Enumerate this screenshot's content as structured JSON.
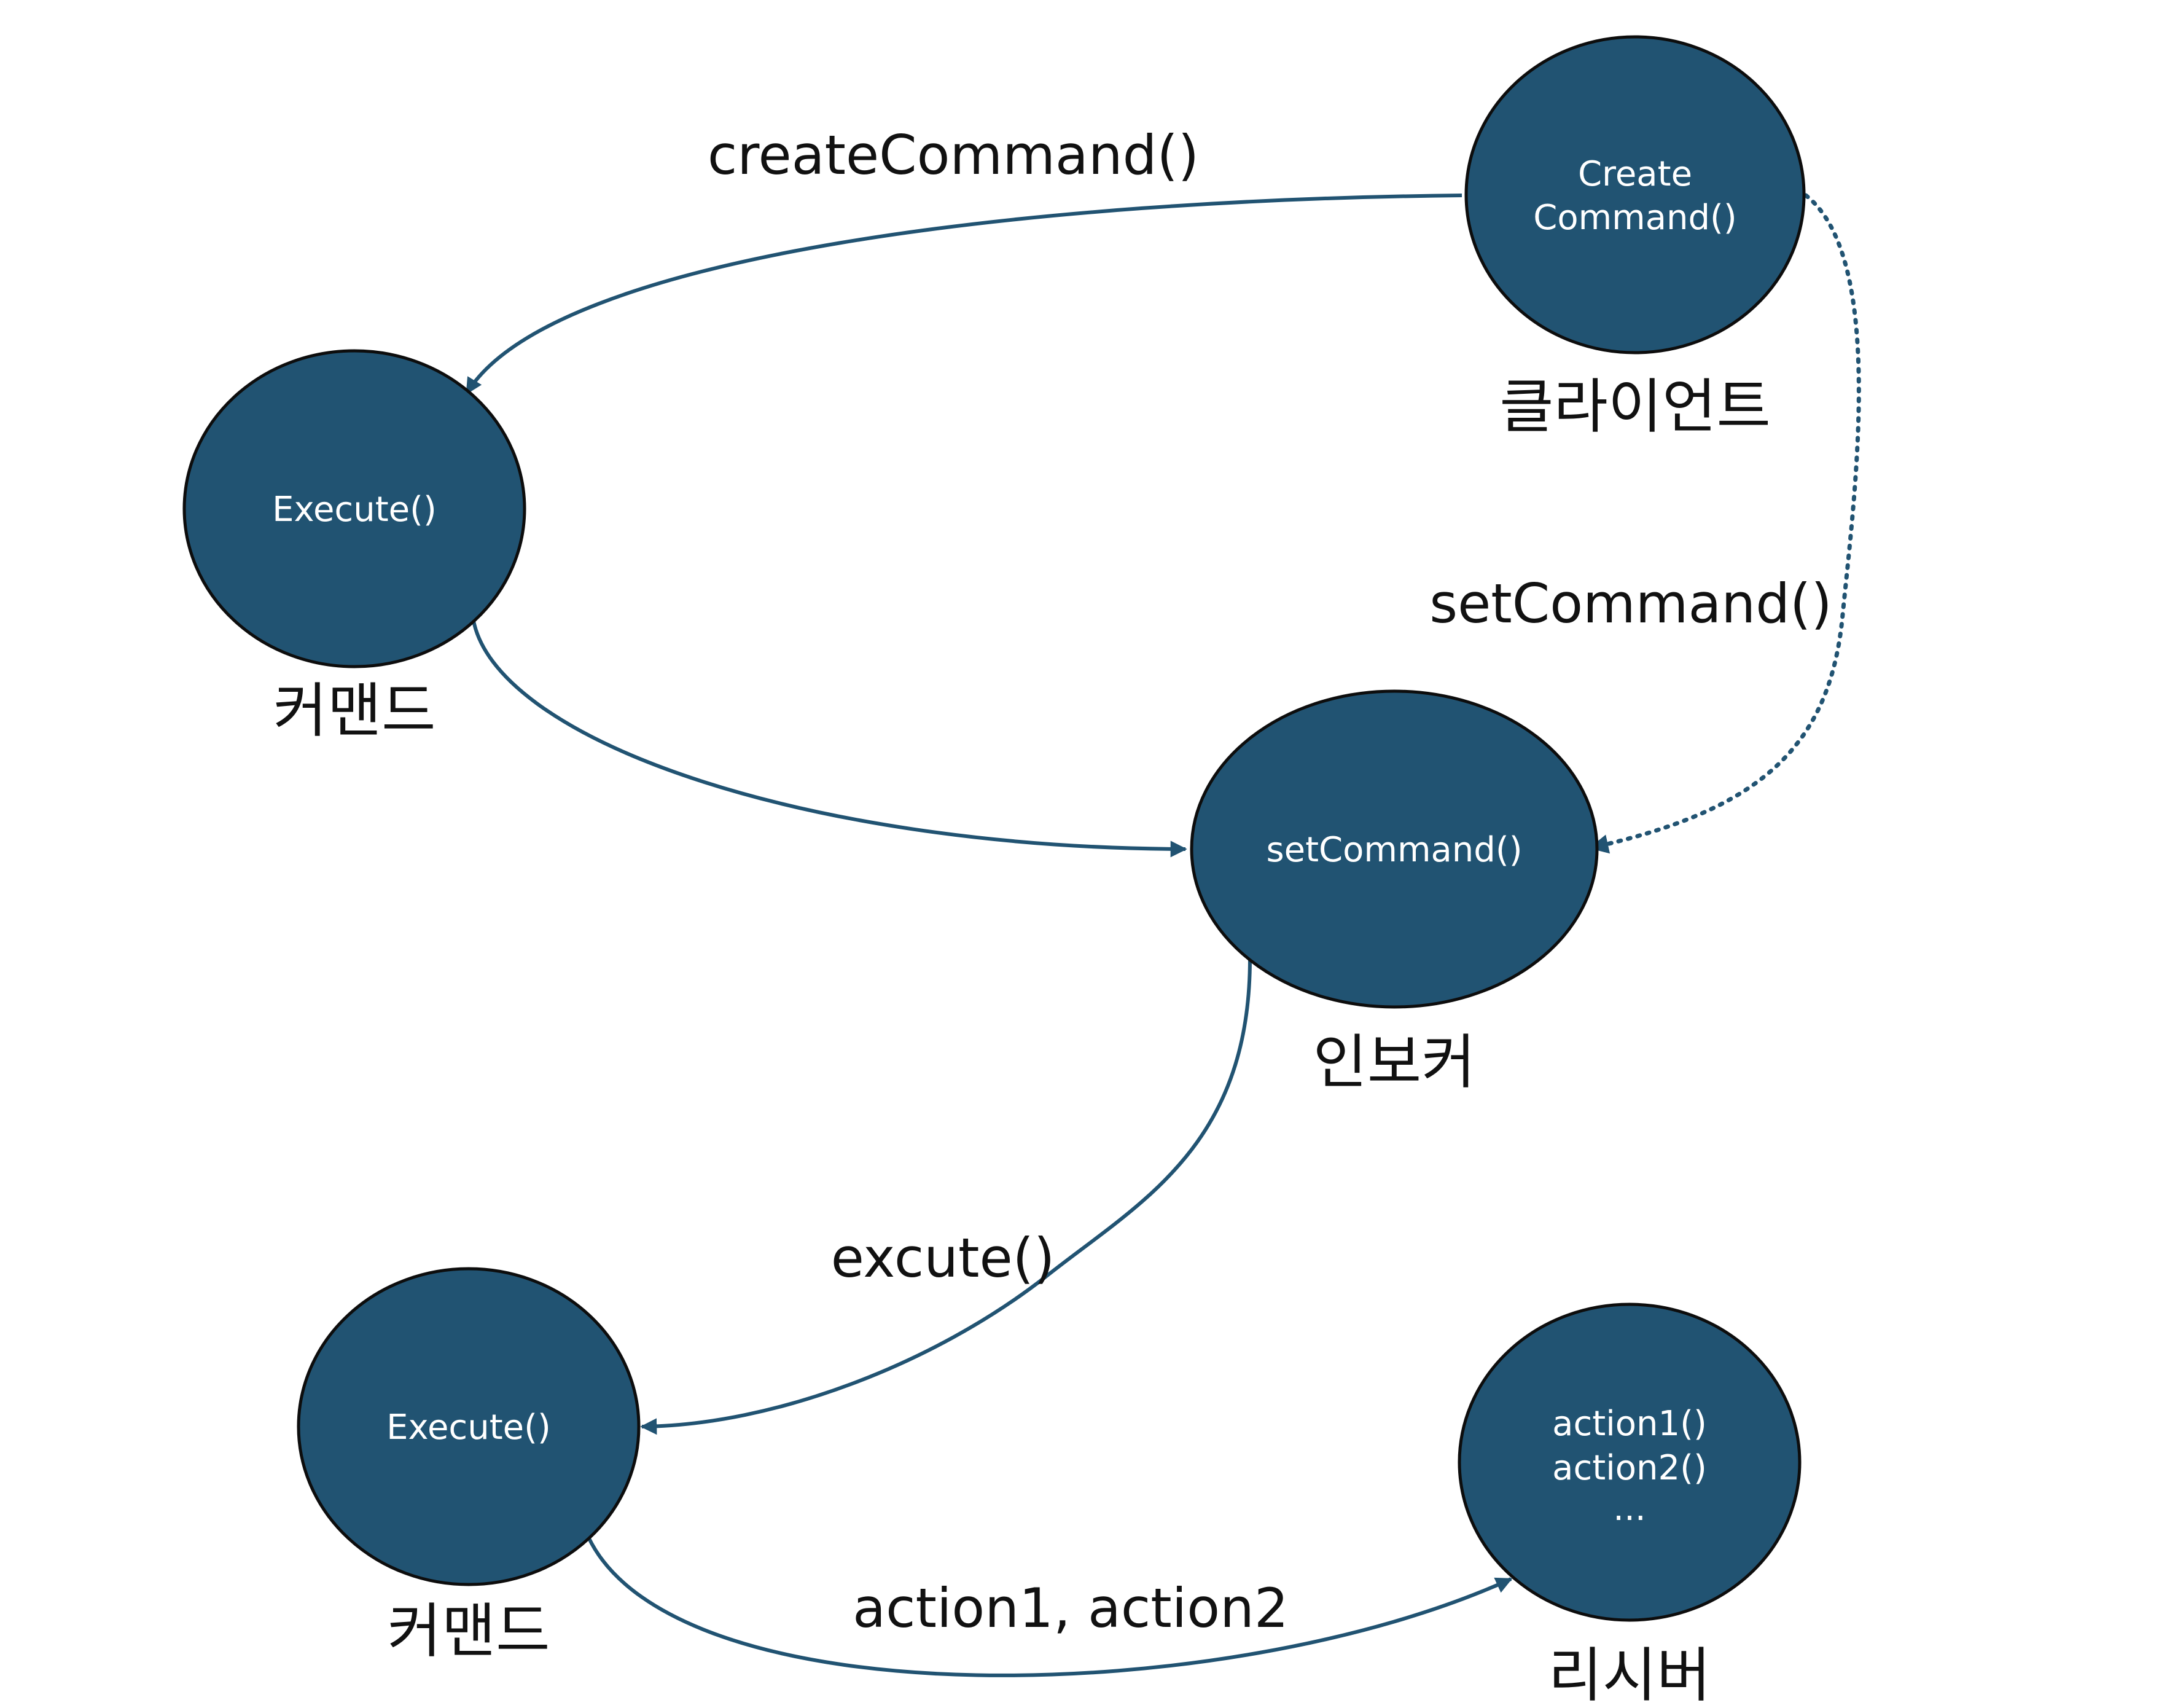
{
  "colors": {
    "node_fill": "#215372",
    "node_stroke": "#0d0d0d",
    "edge": "#215372",
    "caption_text": "#111111",
    "node_text": "#ffffff"
  },
  "nodes": {
    "client": {
      "lines": [
        "Create",
        "Command()"
      ],
      "caption": "클라이언트"
    },
    "command_top": {
      "lines": [
        "Execute()"
      ],
      "caption": "커맨드"
    },
    "invoker": {
      "lines": [
        "setCommand()"
      ],
      "caption": "인보커"
    },
    "command_bottom": {
      "lines": [
        "Execute()"
      ],
      "caption": "커맨드"
    },
    "receiver": {
      "lines": [
        "action1()",
        "action2()",
        "..."
      ],
      "caption": "리시버"
    }
  },
  "edges": {
    "create_command": {
      "label": "createCommand()",
      "style": "solid"
    },
    "set_command_from_client": {
      "label": "setCommand()",
      "style": "dotted"
    },
    "command_to_invoker": {
      "label": "",
      "style": "solid"
    },
    "execute": {
      "label": "excute()",
      "style": "solid"
    },
    "actions": {
      "label": "action1, action2",
      "style": "solid"
    }
  }
}
